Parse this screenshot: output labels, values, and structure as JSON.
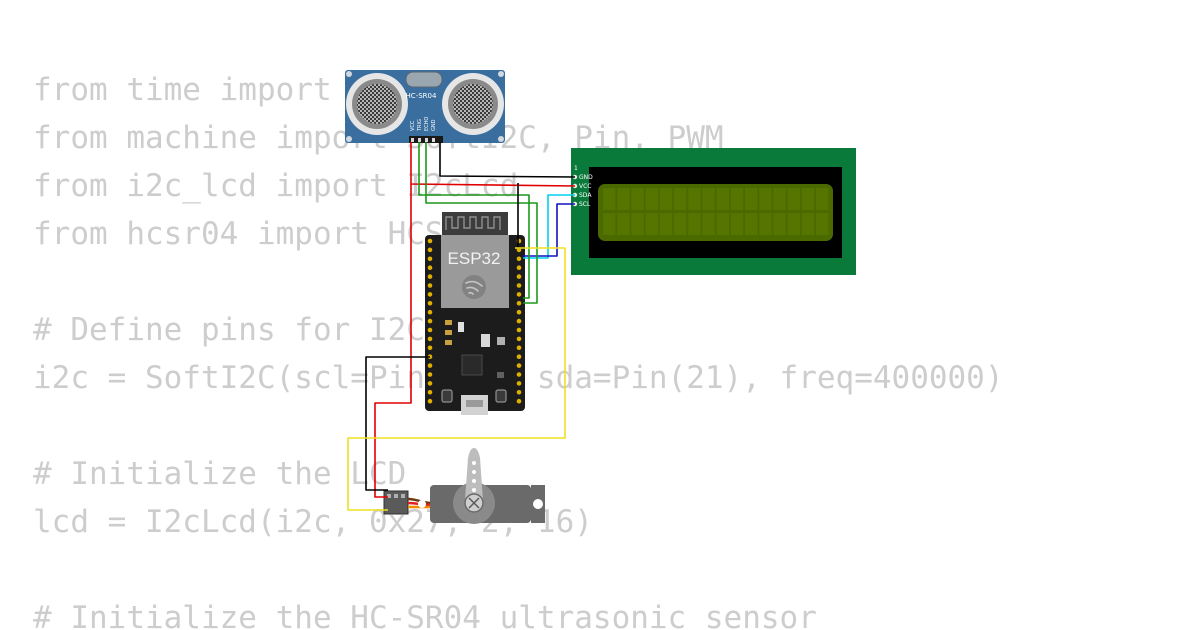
{
  "code_lines": [
    "from time import sleep",
    "from machine import SoftI2C, Pin, PWM",
    "from i2c_lcd import I2cLcd",
    "from hcsr04 import HCSR04",
    "",
    "# Define pins for I2C",
    "i2c = SoftI2C(scl=Pin(22), sda=Pin(21), freq=400000)",
    "",
    "# Initialize the LCD",
    "lcd = I2cLcd(i2c, 0x27, 2, 16)",
    "",
    "# Initialize the HC-SR04 ultrasonic sensor"
  ],
  "sensor": {
    "label": "HC-SR04",
    "pins": [
      "VCC",
      "TRIG",
      "ECHO",
      "GND"
    ]
  },
  "lcd": {
    "pins": [
      "GND",
      "VCC",
      "SDA",
      "SCL"
    ],
    "pin_index": "1"
  },
  "board": {
    "label": "ESP32"
  },
  "wire_colors": {
    "gnd": "#000000",
    "vcc": "#e00000",
    "sda": "#00d0f0",
    "scl": "#1010c0",
    "trig": "#1a9a1a",
    "echo": "#1a9a1a",
    "servo_signal": "#f0e020"
  },
  "component_colors": {
    "sensor_body": "#3a6e9e",
    "lcd_pcb": "#0a7a3a",
    "lcd_screen": "#4a6a00",
    "board_body": "#1c1c1c",
    "servo_body": "#6a6a6a"
  }
}
